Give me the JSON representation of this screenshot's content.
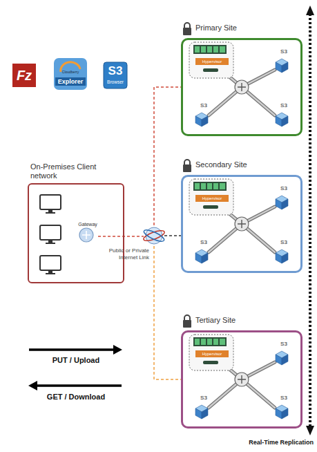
{
  "diagram": {
    "nodes": [
      {
        "text": [
          "Primary Site"
        ]
      },
      {
        "text": [
          "Hypervisor"
        ],
        "in": 0
      },
      {
        "text": [
          "S3"
        ],
        "in": 0
      },
      {
        "text": [
          "S3"
        ],
        "in": 0
      },
      {
        "text": [
          "S3"
        ],
        "in": 0
      },
      {
        "text": [
          "Secondary Site"
        ]
      },
      {
        "text": [
          "Hypervisor"
        ],
        "in": 5
      },
      {
        "text": [
          "S3"
        ],
        "in": 5
      },
      {
        "text": [
          "S3"
        ],
        "in": 5
      },
      {
        "text": [
          "S3"
        ],
        "in": 5
      },
      {
        "text": [
          "Tertiary Site"
        ]
      },
      {
        "text": [
          "Hypervisor"
        ],
        "in": 10
      },
      {
        "text": [
          "S3"
        ],
        "in": 10
      },
      {
        "text": [
          "S3"
        ],
        "in": 10
      },
      {
        "text": [
          "S3"
        ],
        "in": 10
      },
      {
        "text": [
          "On-Premises Client network"
        ]
      },
      {
        "text": [
          "Gateway"
        ],
        "in": 15
      },
      {
        "text": [
          "Public or Private Internet Link"
        ]
      }
    ],
    "edges": [
      {
        "from": 16,
        "to": 17,
        "arrow": "none"
      },
      {
        "from": 17,
        "to": 0,
        "arrow": "none"
      },
      {
        "from": 17,
        "to": 5,
        "arrow": "none"
      },
      {
        "from": 17,
        "to": 10,
        "arrow": "none"
      }
    ],
    "labels": [
      "Fz",
      "Cloudberry",
      "Explorer",
      "S3",
      "Browser",
      "PUT / Upload",
      "GET / Download",
      "Real-Time Replication"
    ]
  }
}
